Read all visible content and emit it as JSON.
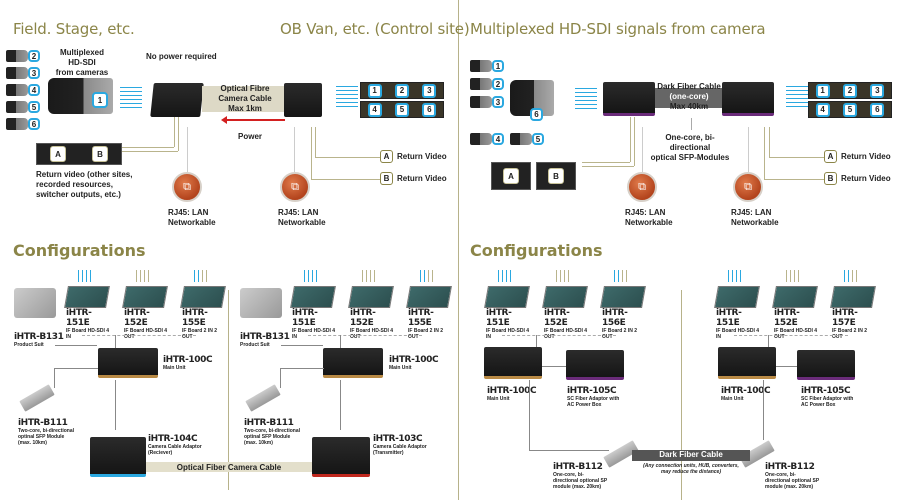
{
  "top_left": {
    "title_left": "Field. Stage, etc.",
    "title_right": "OB Van, etc. (Control site)",
    "mux_label_1": "Multiplexed HD-SDI",
    "mux_label_2": "from cameras",
    "no_power": "No power required",
    "cable_1": "Optical Fibre",
    "cable_2": "Camera Cable",
    "cable_3": "Max 1km",
    "power": "Power",
    "field_cameras": [
      "2",
      "3",
      "4",
      "5",
      "6"
    ],
    "main_camera": "1",
    "rack_numbers": [
      "1",
      "2",
      "3",
      "4",
      "5",
      "6"
    ],
    "monitor_labels": [
      "A",
      "B"
    ],
    "return_video_note": [
      "Return video (other sites,",
      "recorded resources,",
      "switcher outputs, etc.)"
    ],
    "return_inputs": [
      {
        "id": "A",
        "label": "Return Video"
      },
      {
        "id": "B",
        "label": "Return Video"
      }
    ],
    "lan_1": [
      "RJ45: LAN",
      "Networkable"
    ],
    "lan_2": [
      "RJ45: LAN",
      "Networkable"
    ]
  },
  "top_right": {
    "title": "Multiplexed HD-SDI signals from camera",
    "cameras": [
      "1",
      "2",
      "3",
      "4",
      "5"
    ],
    "main_camera": "6",
    "cable_1": "Dark Fiber Cable",
    "cable_2": "(one-core)",
    "cable_3": "Max 40km",
    "sfp_note_1": "One-core, bi-directional",
    "sfp_note_2": "optical SFP-Modules",
    "rack_numbers": [
      "1",
      "2",
      "3",
      "4",
      "5",
      "6"
    ],
    "monitor_labels": [
      "A",
      "B"
    ],
    "return_inputs": [
      {
        "id": "A",
        "label": "Return Video"
      },
      {
        "id": "B",
        "label": "Return Video"
      }
    ],
    "lan_1": [
      "RJ45: LAN",
      "Networkable"
    ],
    "lan_2": [
      "RJ45: LAN",
      "Networkable"
    ]
  },
  "config_left": {
    "title": "Configurations",
    "groups": [
      {
        "boards": [
          {
            "model": "iHTR-151E",
            "desc": "IF Board HD-SDI 4 IN"
          },
          {
            "model": "iHTR-152E",
            "desc": "IF Board HD-SDI 4 OUT"
          },
          {
            "model": "iHTR-155E",
            "desc": "IF Board 2 IN 2 OUT"
          }
        ],
        "suit": {
          "model": "iHTR-B131",
          "desc": "Product Suit"
        },
        "main": {
          "model": "iHTR-100C",
          "desc": "Main Unit"
        },
        "sfp": {
          "model": "iHTR-B111",
          "desc": [
            "Two-core, bi-directional",
            "optinal SFP Module",
            "(max. 10km)"
          ]
        },
        "adaptor": {
          "model": "iHTR-104C",
          "desc": [
            "Camera Cable Adaptor",
            "(Reciever)"
          ]
        }
      },
      {
        "boards": [
          {
            "model": "iHTR-151E",
            "desc": "IF Board HD-SDI 4 IN"
          },
          {
            "model": "iHTR-152E",
            "desc": "IF Board HD-SDI 4 OUT"
          },
          {
            "model": "iHTR-155E",
            "desc": "IF Board 2 IN 2 OUT"
          }
        ],
        "suit": {
          "model": "iHTR-B131",
          "desc": "Product Suit"
        },
        "main": {
          "model": "iHTR-100C",
          "desc": "Main Unit"
        },
        "sfp": {
          "model": "iHTR-B111",
          "desc": [
            "Two-core, bi-directional",
            "optinal SFP Module",
            "(max. 10km)"
          ]
        },
        "adaptor": {
          "model": "iHTR-103C",
          "desc": [
            "Camera Cable Adaptor",
            "(Transmitter)"
          ]
        }
      }
    ],
    "cable": "Optical Fiber Camera Cable"
  },
  "config_right": {
    "title": "Configurations",
    "groups": [
      {
        "boards": [
          {
            "model": "iHTR-151E",
            "desc": "IF Board HD-SDI 4 IN"
          },
          {
            "model": "iHTR-152E",
            "desc": "IF Board HD-SDI 4 OUT"
          },
          {
            "model": "iHTR-156E",
            "desc": "IF Board 2 IN 2 OUT"
          }
        ],
        "main": {
          "model": "iHTR-100C",
          "desc": "Main Unit"
        },
        "adaptor": {
          "model": "iHTR-105C",
          "desc": [
            "SC Fiber Adaptor with",
            "AC Power Box"
          ]
        },
        "sfp": {
          "model": "iHTR-B112",
          "desc": [
            "One-core, bi-",
            "directional optional SP",
            "module (max. 20km)"
          ]
        }
      },
      {
        "boards": [
          {
            "model": "iHTR-151E",
            "desc": "IF Board HD-SDI 4 IN"
          },
          {
            "model": "iHTR-152E",
            "desc": "IF Board HD-SDI 4 OUT"
          },
          {
            "model": "iHTR-157E",
            "desc": "IF Board 2 IN 2 OUT"
          }
        ],
        "main": {
          "model": "iHTR-100C",
          "desc": "Main Unit"
        },
        "adaptor": {
          "model": "iHTR-105C",
          "desc": [
            "SC Fiber Adaptor with",
            "AC Power Box"
          ]
        },
        "sfp": {
          "model": "iHTR-B112",
          "desc": [
            "One-core, bi-",
            "directional optional SP",
            "module (max. 20km)"
          ]
        }
      }
    ],
    "cable_1": "Dark Fiber Cable",
    "cable_2": "(Any connection units, HUB, converters,",
    "cable_3": "may reduce the distance)"
  },
  "colors": {
    "accent_olive": "#8b8548",
    "signal_blue": "#2aa8e0",
    "power_red": "#d32020",
    "lan_orange": "#c0501f"
  }
}
